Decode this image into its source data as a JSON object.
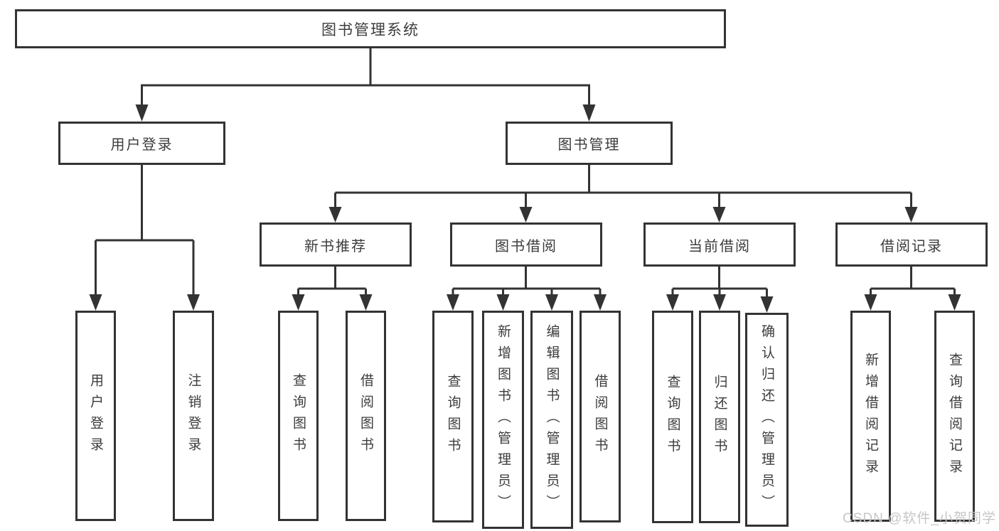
{
  "tree": {
    "label": "图书管理系统",
    "children": [
      {
        "label": "用户登录",
        "children": [
          {
            "label": "用户登录"
          },
          {
            "label": "注销登录"
          }
        ]
      },
      {
        "label": "图书管理",
        "children": [
          {
            "label": "新书推荐",
            "children": [
              {
                "label": "查询图书"
              },
              {
                "label": "借阅图书"
              }
            ]
          },
          {
            "label": "图书借阅",
            "children": [
              {
                "label": "查询图书"
              },
              {
                "label": "新增图书（管理员）"
              },
              {
                "label": "编辑图书（管理员）"
              },
              {
                "label": "借阅图书"
              }
            ]
          },
          {
            "label": "当前借阅",
            "children": [
              {
                "label": "查询图书"
              },
              {
                "label": "归还图书"
              },
              {
                "label": "确认归还（管理员）"
              }
            ]
          },
          {
            "label": "借阅记录",
            "children": [
              {
                "label": "新增借阅记录"
              },
              {
                "label": "查询借阅记录"
              }
            ]
          }
        ]
      }
    ]
  },
  "watermark": {
    "text": "CSDN @软件_小贺同学"
  },
  "colors": {
    "line": "#333333",
    "text": "#3c3c3c",
    "watermark": "#c6c6c6",
    "background": "#ffffff"
  }
}
